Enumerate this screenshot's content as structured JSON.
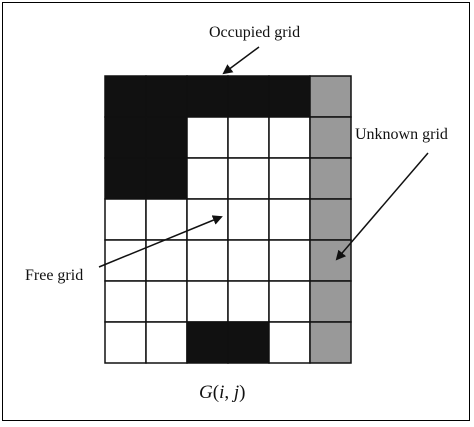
{
  "labels": {
    "occupied": "Occupied grid",
    "unknown": "Unknown grid",
    "free": "Free grid"
  },
  "caption": {
    "func": "G",
    "open": "(",
    "i": "i",
    "comma": ", ",
    "j": "j",
    "close": ")"
  },
  "grid": {
    "rows": 7,
    "cols": 6,
    "states": [
      [
        "occupied",
        "occupied",
        "occupied",
        "occupied",
        "occupied",
        "unknown"
      ],
      [
        "occupied",
        "occupied",
        "free",
        "free",
        "free",
        "unknown"
      ],
      [
        "occupied",
        "occupied",
        "free",
        "free",
        "free",
        "unknown"
      ],
      [
        "free",
        "free",
        "free",
        "free",
        "free",
        "unknown"
      ],
      [
        "free",
        "free",
        "free",
        "free",
        "free",
        "unknown"
      ],
      [
        "free",
        "free",
        "free",
        "free",
        "free",
        "unknown"
      ],
      [
        "free",
        "free",
        "occupied",
        "occupied",
        "free",
        "unknown"
      ]
    ]
  },
  "colors": {
    "occupied": "#111111",
    "free": "#ffffff",
    "unknown": "#999999",
    "line": "#111111"
  }
}
